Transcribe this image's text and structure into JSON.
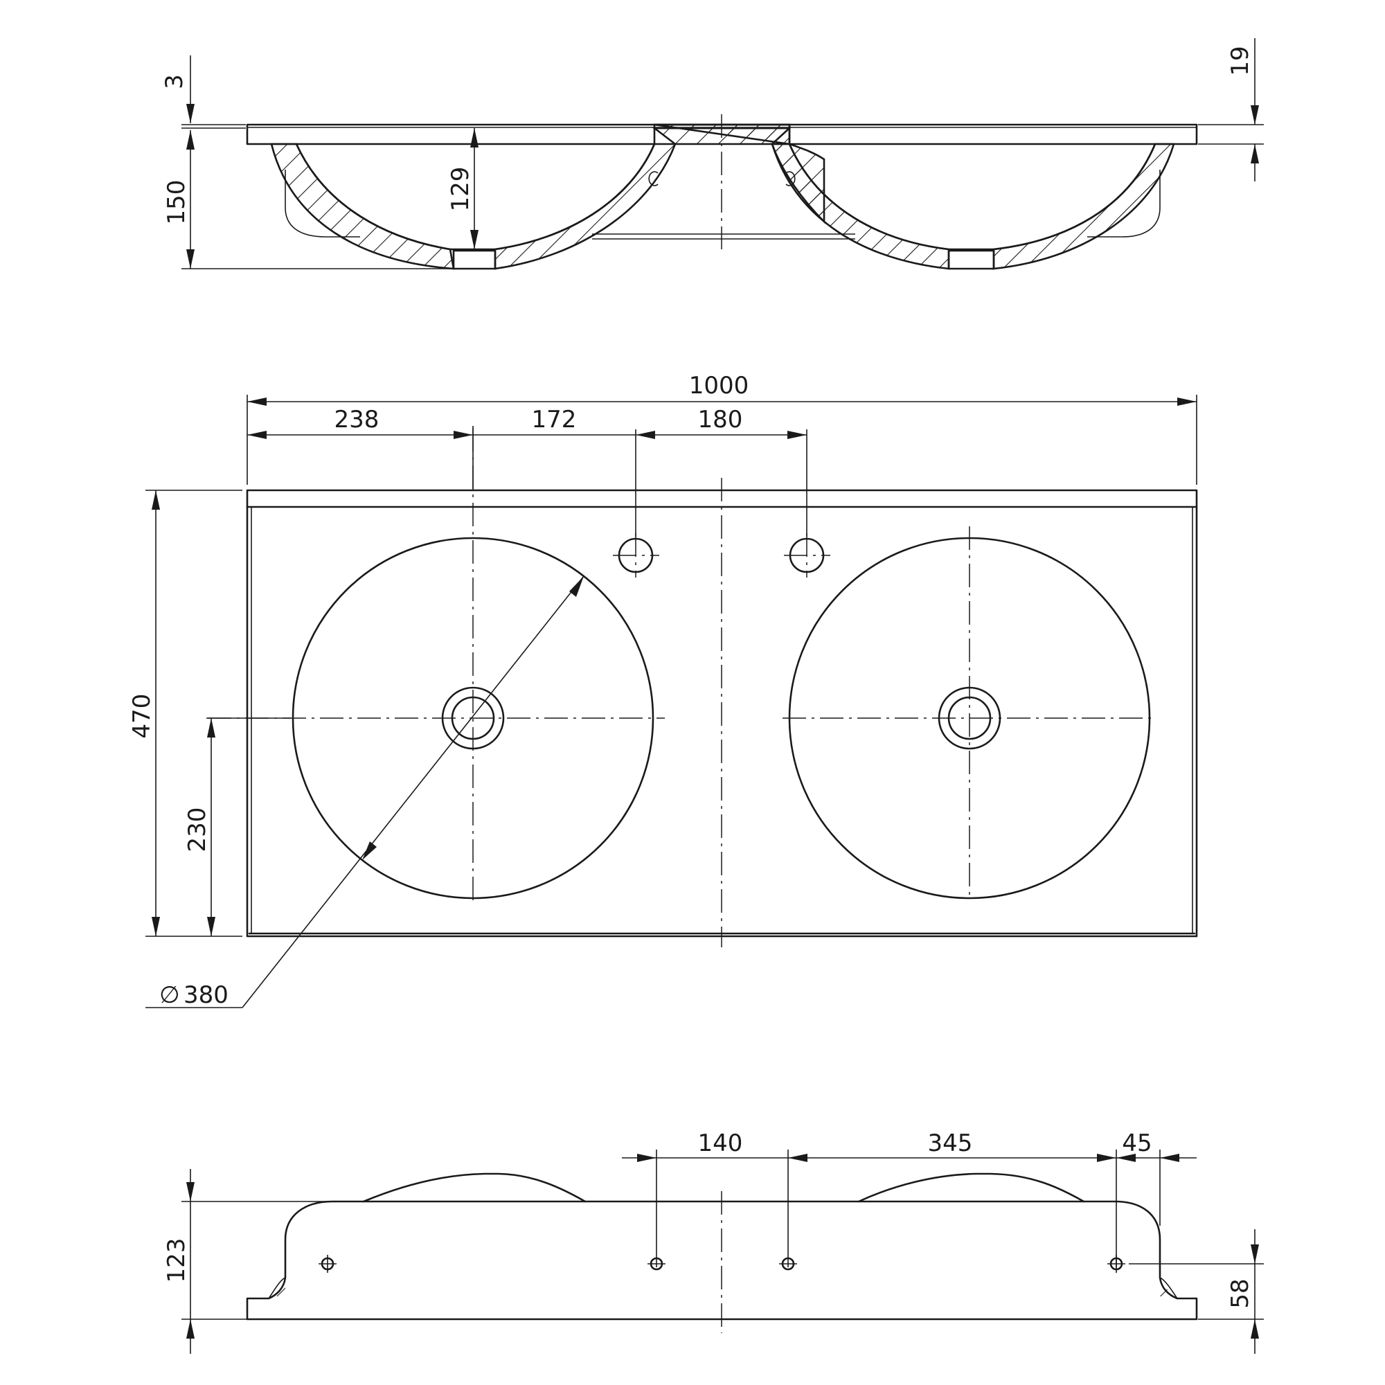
{
  "colors": {
    "line": "#1a1a1a",
    "background": "#ffffff",
    "hatch": "#1a1a1a"
  },
  "section_view": {
    "dim_lip": "3",
    "dim_depth_total": "150",
    "dim_bowl_depth": "129",
    "dim_top_thickness": "19"
  },
  "plan_view": {
    "dim_total_width": "1000",
    "dim_left_to_bowl": "238",
    "dim_bowl_to_tap1": "172",
    "dim_tap_spacing": "180",
    "dim_depth": "470",
    "dim_bowl_center_from_front": "230",
    "dim_bowl_diameter": "380",
    "diameter_symbol": "∅"
  },
  "rear_view": {
    "dim_hole_spacing_center": "140",
    "dim_hole_spacing_right": "345",
    "dim_hole_from_edge": "45",
    "dim_height": "123",
    "dim_hole_height": "58"
  }
}
